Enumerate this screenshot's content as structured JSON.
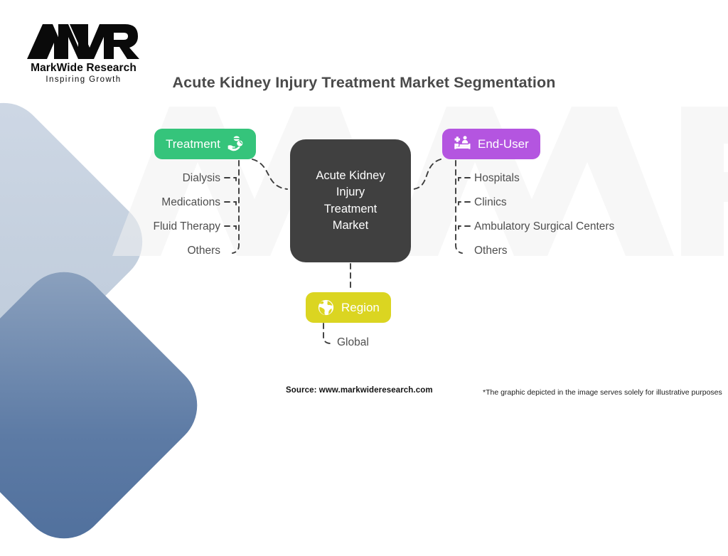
{
  "logo": {
    "mark_icon": "mwr-monogram-icon",
    "name": "MarkWide Research",
    "tagline": "Inspiring Growth"
  },
  "title": "Acute Kidney Injury Treatment Market Segmentation",
  "watermark_text": "MWR",
  "diagram": {
    "center": {
      "lines": [
        "Acute Kidney",
        "Injury",
        "Treatment",
        "Market"
      ],
      "color": "#404040"
    },
    "branches": [
      {
        "id": "treatment",
        "label": "Treatment",
        "icon": "hand-holding-medicine-icon",
        "color": "#35c47b",
        "side": "left",
        "items": [
          "Dialysis",
          "Medications",
          "Fluid Therapy",
          "Others"
        ]
      },
      {
        "id": "end-user",
        "label": "End-User",
        "icon": "hospital-bed-patient-icon",
        "color": "#b455e0",
        "side": "right",
        "items": [
          "Hospitals",
          "Clinics",
          "Ambulatory Surgical Centers",
          "Others"
        ]
      },
      {
        "id": "region",
        "label": "Region",
        "icon": "globe-icon",
        "color": "#dbd521",
        "side": "bottom",
        "items": [
          "Global"
        ]
      }
    ]
  },
  "footer": {
    "source": "Source: www.markwideresearch.com",
    "disclaimer": "*The graphic depicted in the image serves solely for illustrative purposes"
  },
  "decor": {
    "square_light_color": "#c2cedd",
    "square_dark_color": "#5d7ba5"
  }
}
